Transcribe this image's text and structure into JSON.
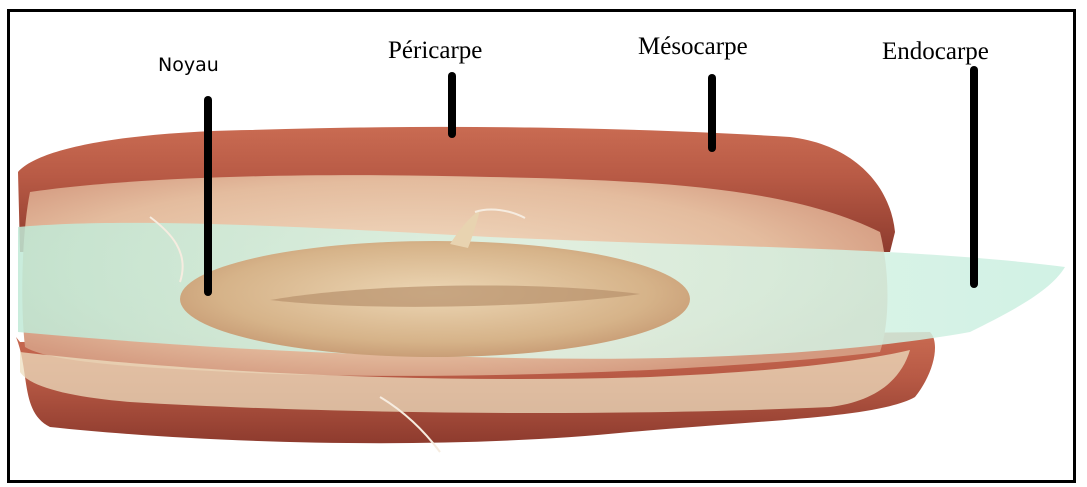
{
  "figure": {
    "subject": "fruit cross-section",
    "labels": {
      "noyau": "Noyau",
      "pericarpe": "Péricarpe",
      "mesocarpe": "Mésocarpe",
      "endocarpe": "Endocarpe"
    }
  },
  "colors": {
    "border": "#000000",
    "pericarp_red": "#b85a45",
    "flesh": "#e9c7a8",
    "endocarp_green": "#cfeedd",
    "seed": "#d7b48c"
  }
}
